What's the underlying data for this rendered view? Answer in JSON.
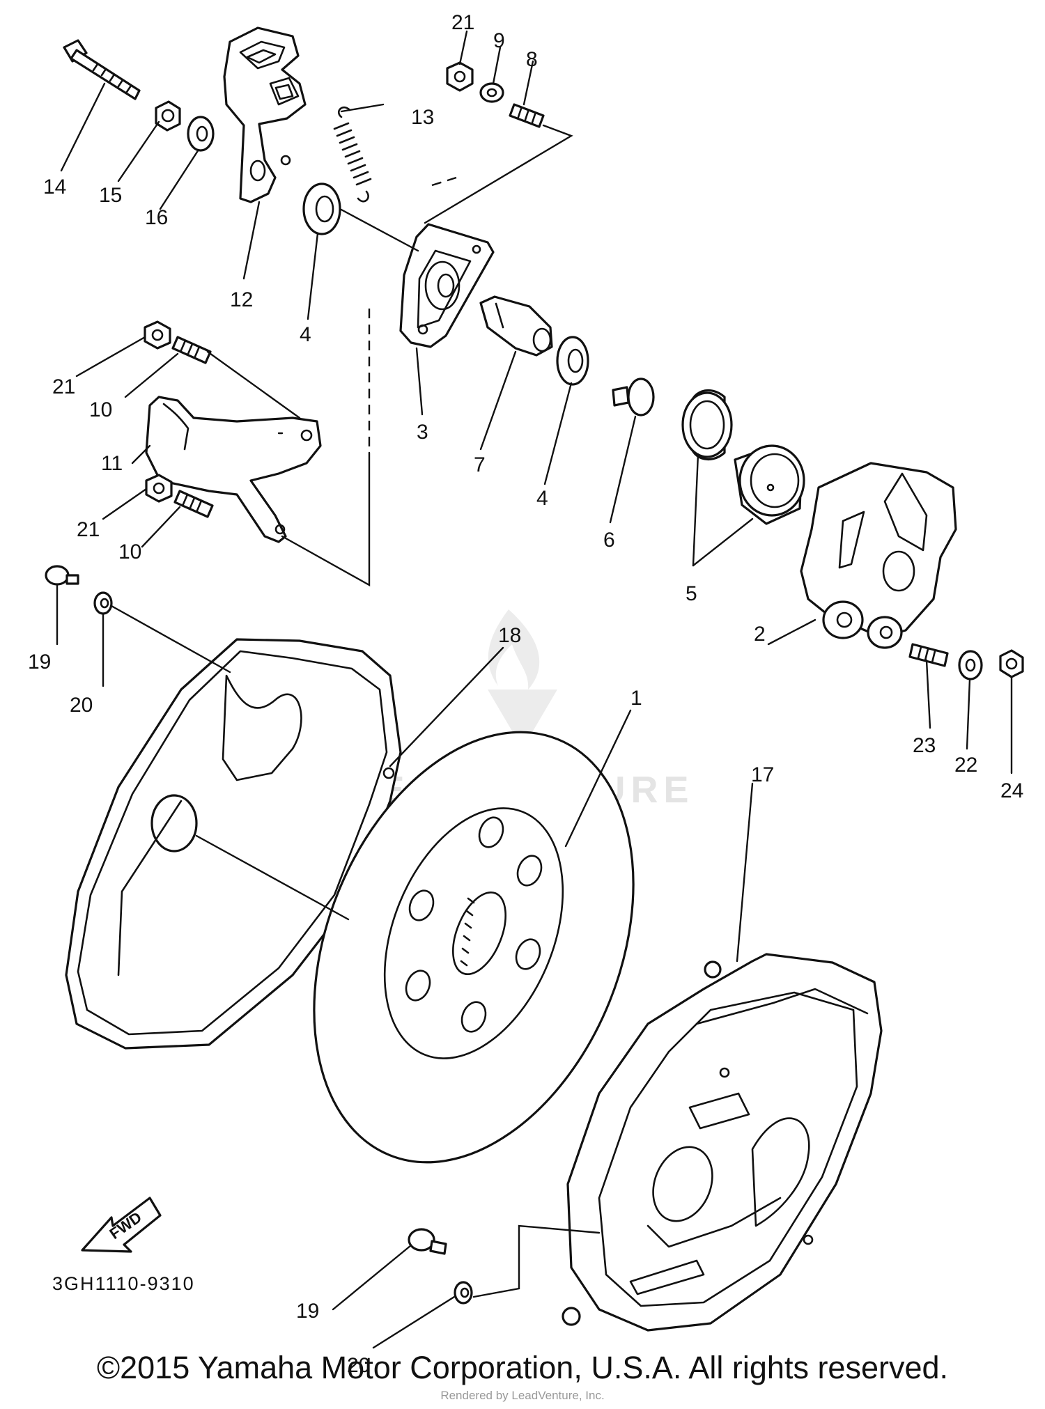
{
  "diagram": {
    "drawing_code": "3GH1110-9310",
    "fwd_label": "FWD",
    "copyright": "©2015 Yamaha Motor Corporation, U.S.A. All rights reserved.",
    "rendered_by": "Rendered by LeadVenture, Inc.",
    "watermark_text": "LEADVENTURE",
    "callouts": {
      "c1": "1",
      "c2": "2",
      "c3": "3",
      "c4a": "4",
      "c4b": "4",
      "c5": "5",
      "c6": "6",
      "c7": "7",
      "c8": "8",
      "c9": "9",
      "c10a": "10",
      "c10b": "10",
      "c11": "11",
      "c12": "12",
      "c13": "13",
      "c14": "14",
      "c15": "15",
      "c16": "16",
      "c17": "17",
      "c18": "18",
      "c19a": "19",
      "c19b": "19",
      "c20a": "20",
      "c20b": "20",
      "c21a": "21",
      "c21b": "21",
      "c21c": "21",
      "c22": "22",
      "c23": "23",
      "c24": "24"
    }
  }
}
